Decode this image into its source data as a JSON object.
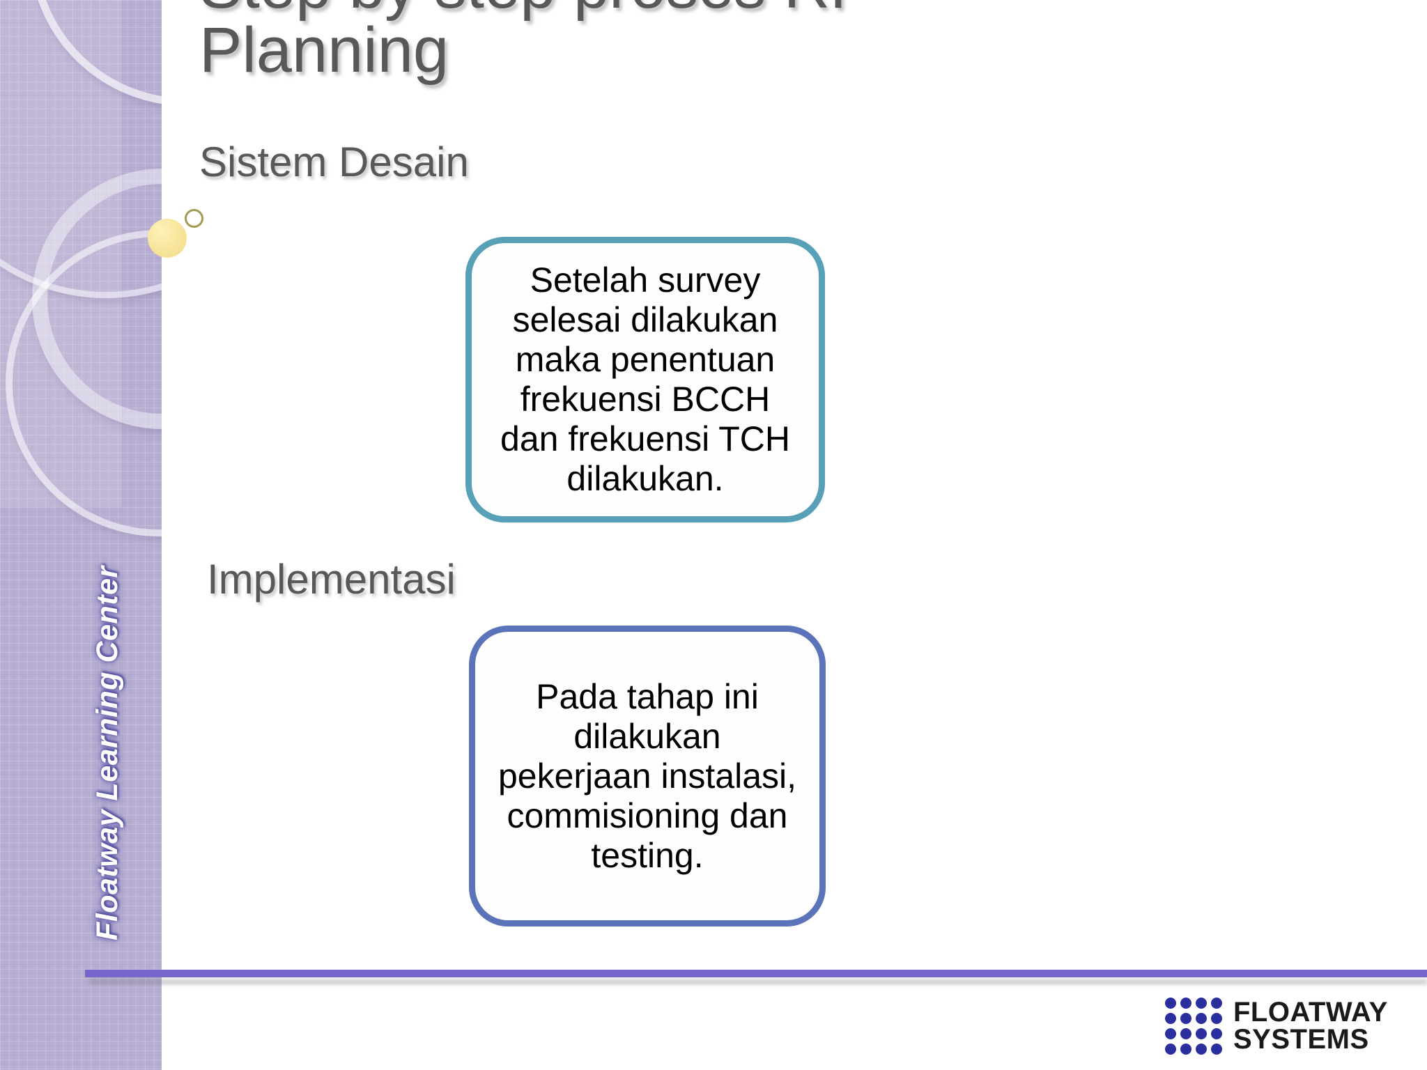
{
  "slide": {
    "title": "Step by step proses RF\nPlanning",
    "sections": [
      {
        "heading": "Sistem Desain",
        "callout_text": "Setelah survey selesai dilakukan maka penentuan frekuensi BCCH dan frekuensi TCH dilakukan.",
        "callout_border_color": "#58a0b8"
      },
      {
        "heading": "Implementasi",
        "callout_text": "Pada tahap ini dilakukan pekerjaan instalasi, commisioning dan testing.",
        "callout_border_color": "#5b74b9"
      }
    ]
  },
  "sidebar": {
    "vertical_label": "Floatway Learning Center",
    "background_color": "#b8aed2",
    "accent_dot_color": "#f7e49a",
    "small_ring_color": "#a39a52"
  },
  "footer": {
    "divider_color": "#7566c9",
    "logo": {
      "line1": "FLOATWAY",
      "line2": "SYSTEMS",
      "dot_color": "#2b2f9e",
      "dot_rows": 4,
      "dot_cols": 4
    }
  },
  "theme": {
    "heading_color": "#58585a",
    "body_text_color": "#000000",
    "page_background": "#ffffff"
  }
}
